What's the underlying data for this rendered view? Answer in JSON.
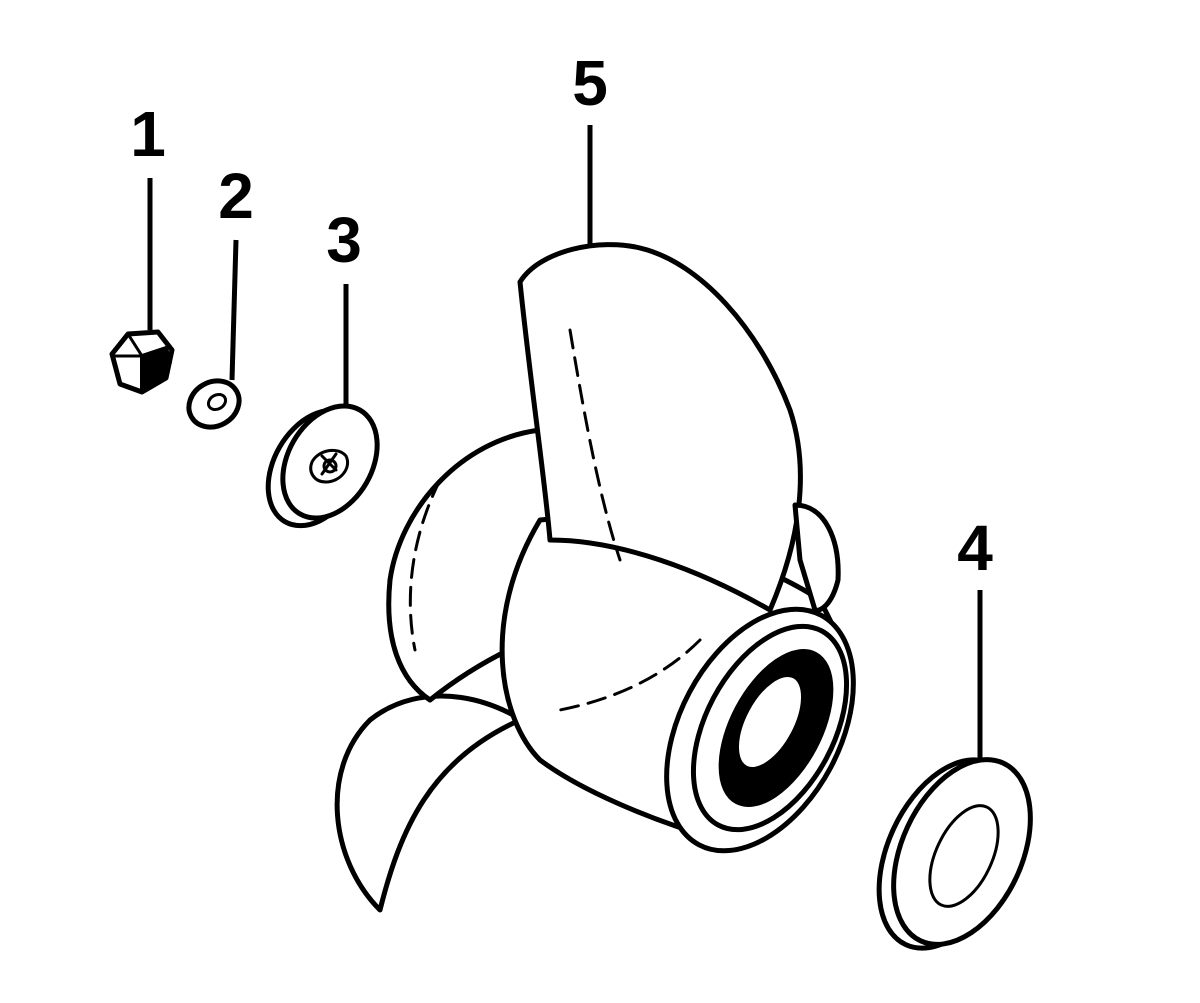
{
  "diagram": {
    "callouts": [
      {
        "id": "1",
        "label": "1"
      },
      {
        "id": "2",
        "label": "2"
      },
      {
        "id": "3",
        "label": "3"
      },
      {
        "id": "4",
        "label": "4"
      },
      {
        "id": "5",
        "label": "5"
      }
    ],
    "colors": {
      "ink": "#000000",
      "paper": "#ffffff"
    }
  }
}
